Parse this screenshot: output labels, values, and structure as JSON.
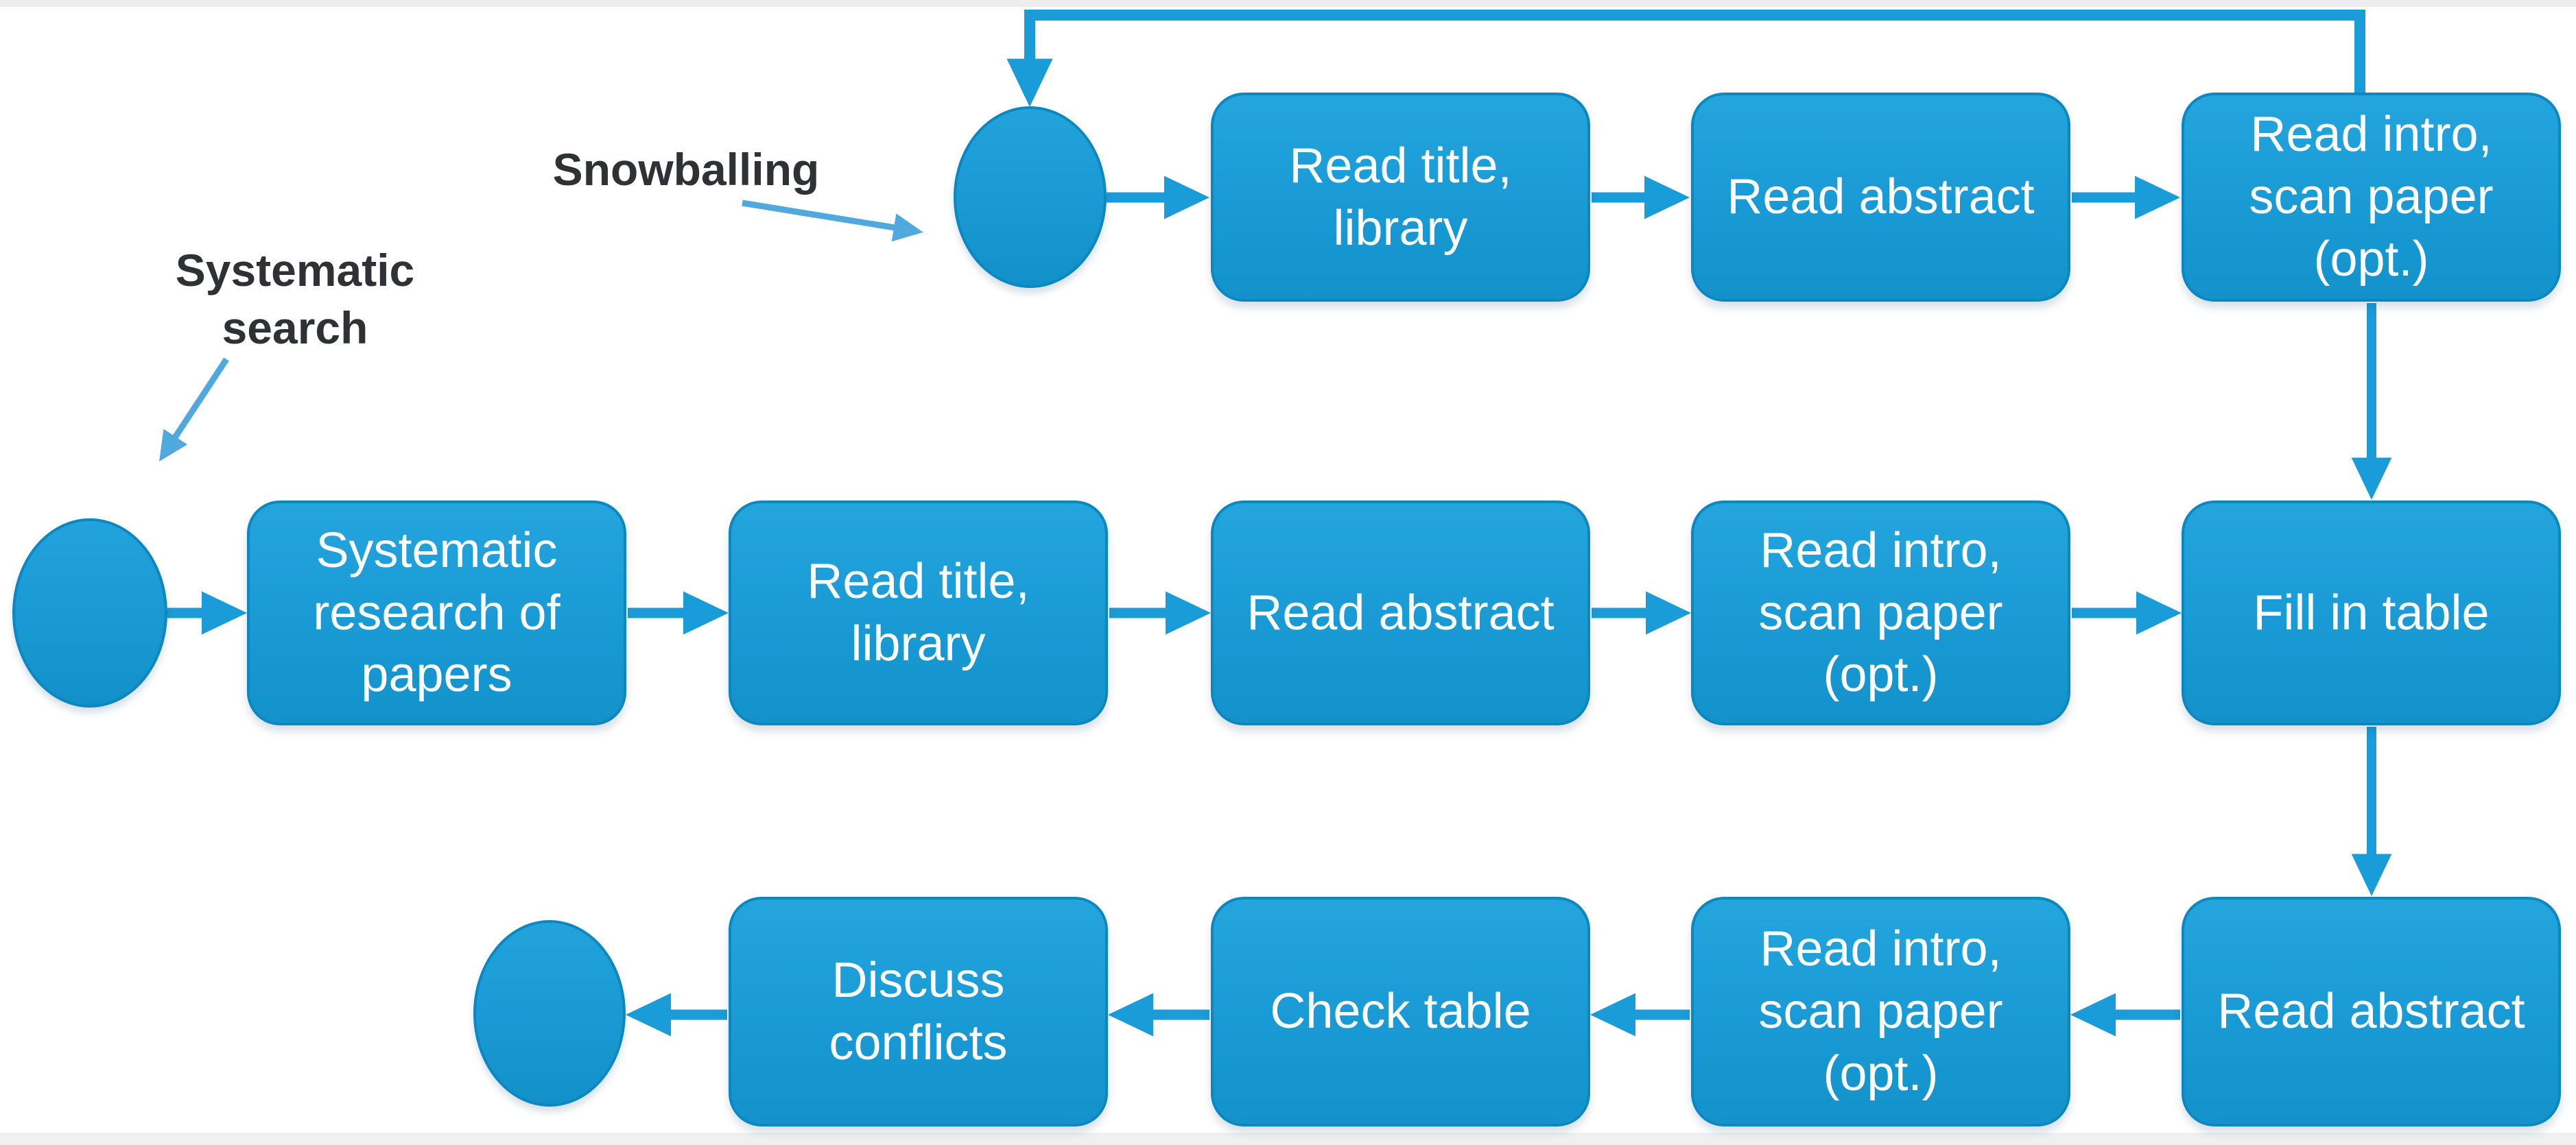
{
  "figure": {
    "type": "flowchart",
    "description": "Paper selection process combining snowballing and systematic search",
    "colors": {
      "background": "#ffffff",
      "node_fill": "#1b9cd6",
      "node_border": "#0d87c0",
      "node_text": "#ffffff",
      "connector": "#1a9cd8",
      "annotation_text": "#2f3135",
      "annotation_arrow": "#4fa8de"
    },
    "annotations": {
      "snowballing": "Snowballing",
      "systematic_search": "Systematic\nsearch"
    },
    "nodes": {
      "sb_start": {
        "kind": "start-circle",
        "label": ""
      },
      "sb_read_title": {
        "label": "Read title,\nlibrary"
      },
      "sb_read_abstract": {
        "label": "Read abstract"
      },
      "sb_read_intro": {
        "label": "Read intro,\nscan paper\n(opt.)"
      },
      "sys_start": {
        "kind": "start-circle",
        "label": ""
      },
      "sys_research": {
        "label": "Systematic\nresearch of\npapers"
      },
      "sys_read_title": {
        "label": "Read title,\nlibrary"
      },
      "sys_read_abstract": {
        "label": "Read abstract"
      },
      "sys_read_intro": {
        "label": "Read intro,\nscan paper\n(opt.)"
      },
      "fill_table": {
        "label": "Fill in table"
      },
      "rev_read_abstract": {
        "label": "Read abstract"
      },
      "rev_read_intro": {
        "label": "Read intro,\nscan paper\n(opt.)"
      },
      "check_table": {
        "label": "Check table"
      },
      "discuss_conflicts": {
        "label": "Discuss\nconflicts"
      },
      "end": {
        "kind": "end-circle",
        "label": ""
      }
    },
    "edges": [
      {
        "from": "sb_start",
        "to": "sb_read_title"
      },
      {
        "from": "sb_read_title",
        "to": "sb_read_abstract"
      },
      {
        "from": "sb_read_abstract",
        "to": "sb_read_intro"
      },
      {
        "from": "sb_read_intro",
        "to": "sb_start",
        "type": "loop-back"
      },
      {
        "from": "sb_read_intro",
        "to": "fill_table"
      },
      {
        "from": "sys_start",
        "to": "sys_research"
      },
      {
        "from": "sys_research",
        "to": "sys_read_title"
      },
      {
        "from": "sys_read_title",
        "to": "sys_read_abstract"
      },
      {
        "from": "sys_read_abstract",
        "to": "sys_read_intro"
      },
      {
        "from": "sys_read_intro",
        "to": "fill_table"
      },
      {
        "from": "fill_table",
        "to": "rev_read_abstract"
      },
      {
        "from": "rev_read_abstract",
        "to": "rev_read_intro"
      },
      {
        "from": "rev_read_intro",
        "to": "check_table"
      },
      {
        "from": "check_table",
        "to": "discuss_conflicts"
      },
      {
        "from": "discuss_conflicts",
        "to": "end"
      }
    ]
  }
}
